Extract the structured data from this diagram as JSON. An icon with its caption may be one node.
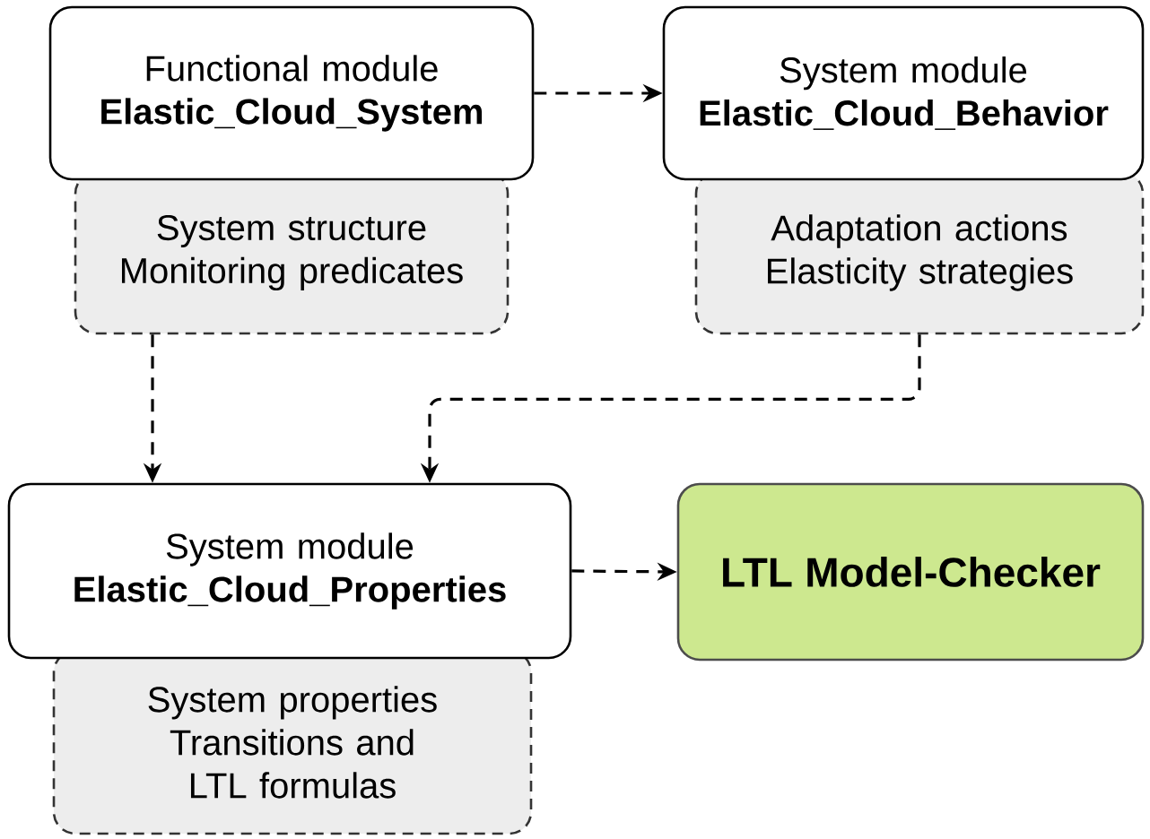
{
  "diagram": {
    "nodes": [
      {
        "text": [
          "Functional module",
          "Elastic_Cloud_System"
        ]
      },
      {
        "text": [
          "System structure",
          "Monitoring predicates"
        ]
      },
      {
        "text": [
          "System module",
          "Elastic_Cloud_Behavior"
        ]
      },
      {
        "text": [
          "Adaptation actions",
          "Elasticity strategies"
        ]
      },
      {
        "text": [
          "System module",
          "Elastic_Cloud_Properties"
        ]
      },
      {
        "text": [
          "System properties",
          "Transitions and LTL formulas"
        ]
      },
      {
        "text": [
          "LTL Model-Checker"
        ]
      }
    ],
    "edges": [
      {
        "from": 0,
        "to": 2,
        "arrow": "to",
        "style": "dashed"
      },
      {
        "from": 1,
        "to": 4,
        "arrow": "to",
        "style": "dashed"
      },
      {
        "from": 3,
        "to": 4,
        "arrow": "to",
        "style": "dashed"
      },
      {
        "from": 4,
        "to": 6,
        "arrow": "to",
        "style": "dashed"
      }
    ]
  }
}
